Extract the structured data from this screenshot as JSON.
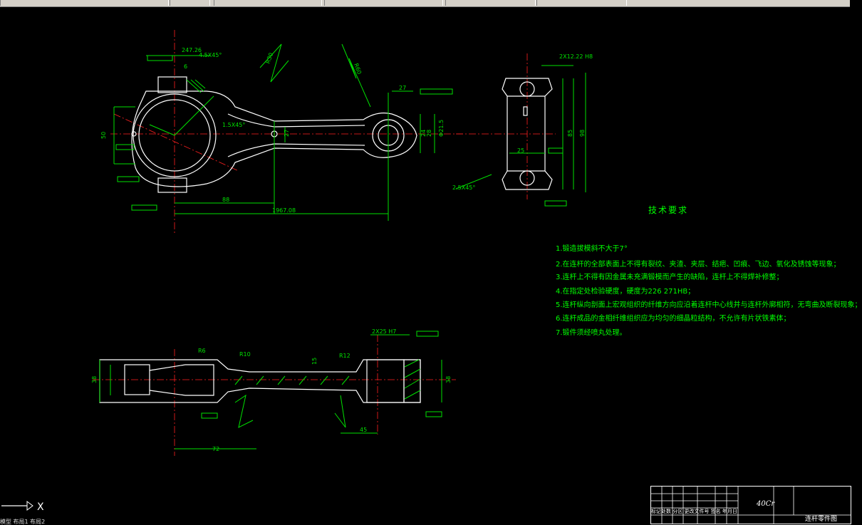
{
  "colors": {
    "background": "#000000",
    "drawing": "#00e000",
    "outline": "#ffffff",
    "centerline": "#ff2020"
  },
  "toolbar": {
    "tabs": [
      "",
      "",
      "",
      "",
      "",
      ""
    ]
  },
  "dimensions": {
    "d1": "247.26",
    "d2": "4.5X45°",
    "d3": "R30",
    "d4": "R60",
    "d5": "27",
    "d6": "50",
    "d7": "88",
    "d8": "1967.08",
    "d9": "2X12.22 H8",
    "d10": "2.5X45°",
    "d11": "85",
    "d12": "98",
    "d13": "25",
    "d14": "2X25 H7",
    "d15": "R6",
    "d16": "R10",
    "d17": "R12",
    "d18": "45",
    "d19": "72",
    "d20": "38",
    "d21": "38",
    "d22": "6",
    "d23": "1.5X45°",
    "d24": "27",
    "d25": "28",
    "d26": "15",
    "d27": "Φ21.5",
    "d28": "24"
  },
  "tech": {
    "title": "技术要求",
    "items": [
      "1.锻造拔模斜不大于7°",
      "2.在连杆的全部表面上不得有裂纹、夹渣、夹层、结疤、凹痕、飞边、氧化及锈蚀等现象；",
      "3.连杆上不得有因金属未充满锻模而产生的缺陷，连杆上不得焊补修整；",
      "4.在指定处检验硬度，硬度为226  271HB；",
      "5.连杆纵向剖面上宏观组织的纤维方向应沿着连杆中心线并与连杆外廓相符，无弯曲及断裂现象；",
      "6.连杆成品的金相纤维组织应为均匀的细晶粒结构，不允许有片状铁素体；",
      "7.锻件须经喷丸处理。"
    ]
  },
  "titleblock": {
    "material": "40Cr",
    "name": "连杆零件图",
    "labels": "标记处数 分区 更改文件号 签名 年月日"
  },
  "ucs": {
    "x_label": "X"
  },
  "command_line": "模型 布局1 布局2"
}
